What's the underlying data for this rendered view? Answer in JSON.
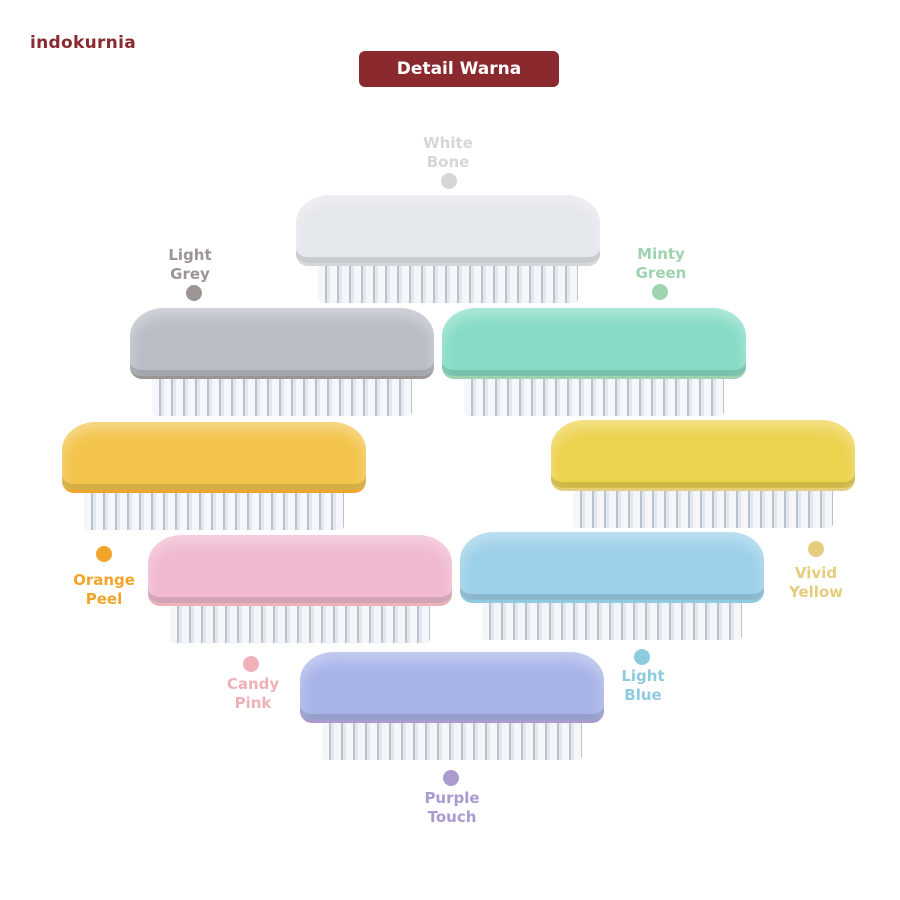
{
  "brand": "indokurnia",
  "title": "Detail Warna",
  "colors": [
    {
      "line1": "White",
      "line2": "Bone",
      "hex": "#d4d6d9",
      "body": "#e4e7ec"
    },
    {
      "line1": "Light",
      "line2": "Grey",
      "hex": "#9b9593",
      "body": "#b9bec6"
    },
    {
      "line1": "Minty",
      "line2": "Green",
      "hex": "#9fd3b0",
      "body": "#86dcc6"
    },
    {
      "line1": "Orange",
      "line2": "Peel",
      "hex": "#f0a52a",
      "body": "#f2c44a"
    },
    {
      "line1": "Vivid",
      "line2": "Yellow",
      "hex": "#e5cd7e",
      "body": "#edd24e"
    },
    {
      "line1": "Candy",
      "line2": "Pink",
      "hex": "#efb1b8",
      "body": "#f0b9cf"
    },
    {
      "line1": "Light",
      "line2": "Blue",
      "hex": "#8fcbe0",
      "body": "#9dd0ea"
    },
    {
      "line1": "Purple",
      "line2": "Touch",
      "hex": "#a99ad0",
      "body": "#a8b4e8"
    }
  ]
}
